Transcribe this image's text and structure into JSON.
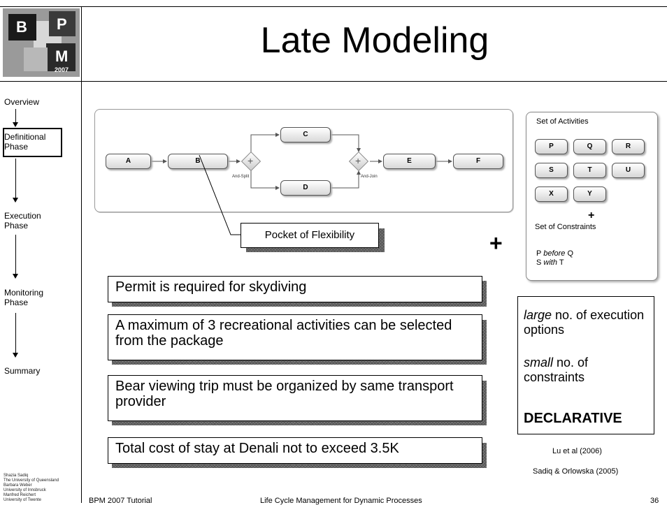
{
  "title": "Late Modeling",
  "logo": {
    "letters": [
      "B",
      "P",
      "M"
    ],
    "year": "2007"
  },
  "sidebar": {
    "items": [
      "Overview",
      "Definitional Phase",
      "Execution Phase",
      "Monitoring Phase",
      "Summary"
    ],
    "active": "Definitional Phase"
  },
  "credits": [
    "Shazia Sadiq",
    "The University of Queensland",
    "Barbara Weber",
    "University of Innsbruck",
    "Manfred Reichert",
    "University of Twente"
  ],
  "process": {
    "activities": [
      "A",
      "B",
      "C",
      "D",
      "E",
      "F"
    ],
    "split_label": "And-Split",
    "join_label": "And-Join"
  },
  "pocket_label": "Pocket of Flexibility",
  "plus": "+",
  "activity_set": {
    "heading": "Set of Activities",
    "items": [
      "P",
      "Q",
      "R",
      "S",
      "T",
      "U",
      "X",
      "Y"
    ],
    "plus": "+",
    "constraints_heading": "Set of Constraints",
    "constraint_1": {
      "a": "P",
      "op": "before",
      "b": "Q"
    },
    "constraint_2": {
      "a": "S",
      "op": "with",
      "b": "T"
    }
  },
  "constraints_text": [
    "Permit is required for skydiving",
    "A maximum of 3 recreational activities can be selected from the package",
    "Bear viewing trip must be organized by same transport provider",
    "Total cost of stay at Denali not to exceed 3.5K"
  ],
  "declarative": {
    "large_word": "large",
    "large_rest": " no. of execution options",
    "small_word": "small",
    "small_rest": "  no. of constraints",
    "label": "DECLARATIVE"
  },
  "references": [
    "Lu et al (2006)",
    "Sadiq & Orlowska (2005)"
  ],
  "footer": {
    "left": "BPM 2007 Tutorial",
    "center": "Life Cycle Management for Dynamic Processes",
    "page": "36"
  }
}
